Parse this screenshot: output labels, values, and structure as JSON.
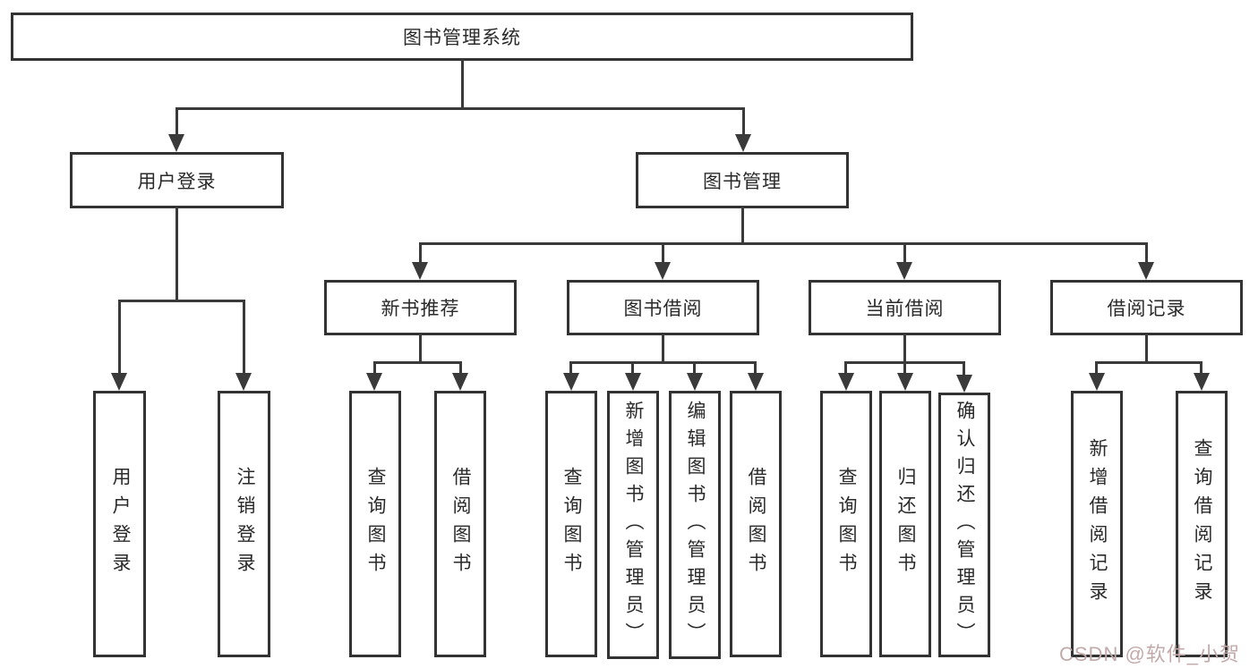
{
  "diagram": {
    "type": "hierarchy-tree",
    "root": {
      "label": "图书管理系统",
      "children": [
        {
          "label": "用户登录",
          "children": [
            {
              "label": "用户登录"
            },
            {
              "label": "注销登录"
            }
          ]
        },
        {
          "label": "图书管理",
          "children": [
            {
              "label": "新书推荐",
              "children": [
                {
                  "label": "查询图书"
                },
                {
                  "label": "借阅图书"
                }
              ]
            },
            {
              "label": "图书借阅",
              "children": [
                {
                  "label": "查询图书"
                },
                {
                  "label": "新增图书（管理员）"
                },
                {
                  "label": "编辑图书（管理员）"
                },
                {
                  "label": "借阅图书"
                }
              ]
            },
            {
              "label": "当前借阅",
              "children": [
                {
                  "label": "查询图书"
                },
                {
                  "label": "归还图书"
                },
                {
                  "label": "确认归还（管理员）"
                }
              ]
            },
            {
              "label": "借阅记录",
              "children": [
                {
                  "label": "新增借阅记录"
                },
                {
                  "label": "查询借阅记录"
                }
              ]
            }
          ]
        }
      ]
    }
  },
  "watermark": {
    "text": "CSDN @软件_小贺同学"
  },
  "colors": {
    "background": "#ffffff",
    "box_border": "#333333",
    "connector_line": "#3a3a3a",
    "text": "#2a2a2a",
    "watermark": "#c2aaaa"
  }
}
